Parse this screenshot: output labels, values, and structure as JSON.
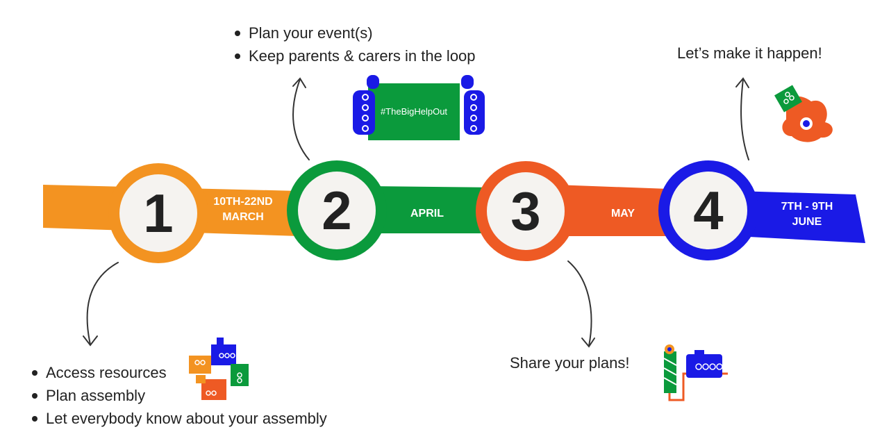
{
  "colors": {
    "orange": "#F39321",
    "green": "#0B9A3C",
    "red": "#EE5A24",
    "blue": "#1A1AE6",
    "circle_fill": "#F5F3F0",
    "text": "#222222"
  },
  "steps": [
    {
      "number": "1",
      "date_line1": "10TH-22ND",
      "date_line2": "MARCH"
    },
    {
      "number": "2",
      "date_line1": "APRIL",
      "date_line2": ""
    },
    {
      "number": "3",
      "date_line1": "MAY",
      "date_line2": ""
    },
    {
      "number": "4",
      "date_line1": "7TH - 9TH",
      "date_line2": "JUNE"
    }
  ],
  "step1_items": [
    "Access resources",
    "Plan assembly",
    "Let everybody know about your assembly"
  ],
  "step2_items": [
    "Plan your event(s)",
    "Keep parents & carers in the loop"
  ],
  "step3_caption": "Share your plans!",
  "step4_caption": "Let’s make it happen!",
  "sign_text": "#TheBigHelpOut",
  "icons": [
    "thumbs-up-hands-icon",
    "sign-holding-hands-icon",
    "pointing-hand-icon",
    "watering-can-icon"
  ]
}
